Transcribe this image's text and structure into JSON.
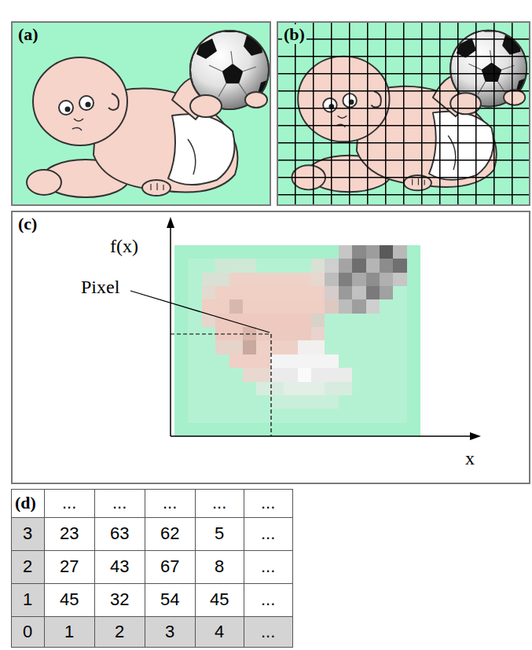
{
  "diagram": {
    "nodes": [
      {
        "text": [
          "(a)"
        ]
      },
      {
        "text": [
          "(b)"
        ]
      },
      {
        "text": [
          "(c)"
        ]
      },
      {
        "text": [
          "(d)"
        ]
      }
    ],
    "labels": [
      "f(x)",
      "Pixel",
      "x",
      "...",
      "...",
      "...",
      "...",
      "...",
      "3",
      "23",
      "63",
      "62",
      "5",
      "...",
      "2",
      "27",
      "43",
      "67",
      "8",
      "...",
      "1",
      "45",
      "32",
      "54",
      "45",
      "...",
      "0",
      "1",
      "2",
      "3",
      "4",
      "..."
    ]
  }
}
